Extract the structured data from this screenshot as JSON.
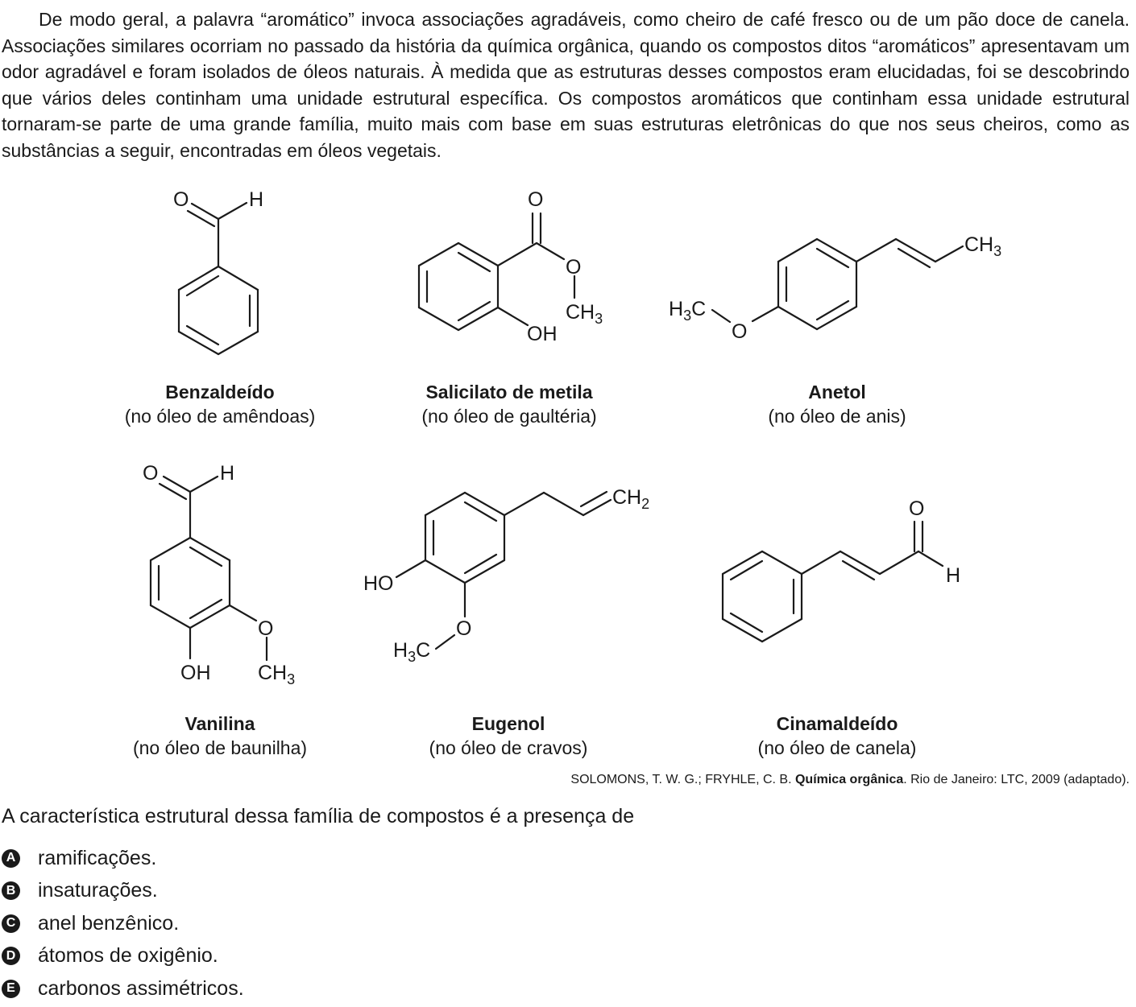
{
  "intro": "De modo geral, a palavra “aromático” invoca associações agradáveis, como cheiro de café fresco ou de um pão doce de canela. Associações similares ocorriam no passado da história da química orgânica, quando os compostos ditos “aromáticos” apresentavam um odor agradável e foram isolados de óleos naturais. À medida que as estruturas desses compostos eram elucidadas, foi se descobrindo que vários deles continham uma unidade estrutural específica. Os compostos aromáticos que continham essa unidade estrutural tornaram-se parte de uma grande família, muito mais com base em suas estruturas eletrônicas do que nos seus cheiros, como as substâncias a seguir, encontradas em óleos vegetais.",
  "compounds": [
    {
      "name": "Benzaldeído",
      "source": "(no óleo de amêndoas)",
      "atoms": {
        "o": "O",
        "h": "H"
      }
    },
    {
      "name": "Salicilato de metila",
      "source": "(no óleo de gaultéria)",
      "atoms": {
        "o1": "O",
        "o2": "O",
        "ch": "CH",
        "ch_sub": "3",
        "oh": "OH"
      }
    },
    {
      "name": "Anetol",
      "source": "(no óleo de anis)",
      "atoms": {
        "ch": "CH",
        "ch_sub": "3",
        "h": "H",
        "h_sub": "3",
        "c": "C",
        "o": "O"
      }
    },
    {
      "name": "Vanilina",
      "source": "(no óleo de baunilha)",
      "atoms": {
        "o1": "O",
        "h": "H",
        "o2": "O",
        "oh": "OH",
        "ch": "CH",
        "ch_sub": "3"
      }
    },
    {
      "name": "Eugenol",
      "source": "(no óleo de cravos)",
      "atoms": {
        "ch": "CH",
        "ch_sub": "2",
        "ho": "HO",
        "o": "O",
        "h": "H",
        "h_sub": "3",
        "c": "C"
      }
    },
    {
      "name": "Cinamaldeído",
      "source": "(no óleo de canela)",
      "atoms": {
        "o": "O",
        "h": "H"
      }
    }
  ],
  "reference": {
    "before": "SOLOMONS, T. W. G.; FRYHLE, C. B. ",
    "title": "Química orgânica",
    "after": ". Rio de Janeiro: LTC, 2009 (adaptado)."
  },
  "question": "A característica estrutural dessa família de compostos é a presença de",
  "options": [
    {
      "letter": "A",
      "text": "ramificações."
    },
    {
      "letter": "B",
      "text": "insaturações."
    },
    {
      "letter": "C",
      "text": "anel benzênico."
    },
    {
      "letter": "D",
      "text": "átomos de oxigênio."
    },
    {
      "letter": "E",
      "text": "carbonos assimétricos."
    }
  ]
}
